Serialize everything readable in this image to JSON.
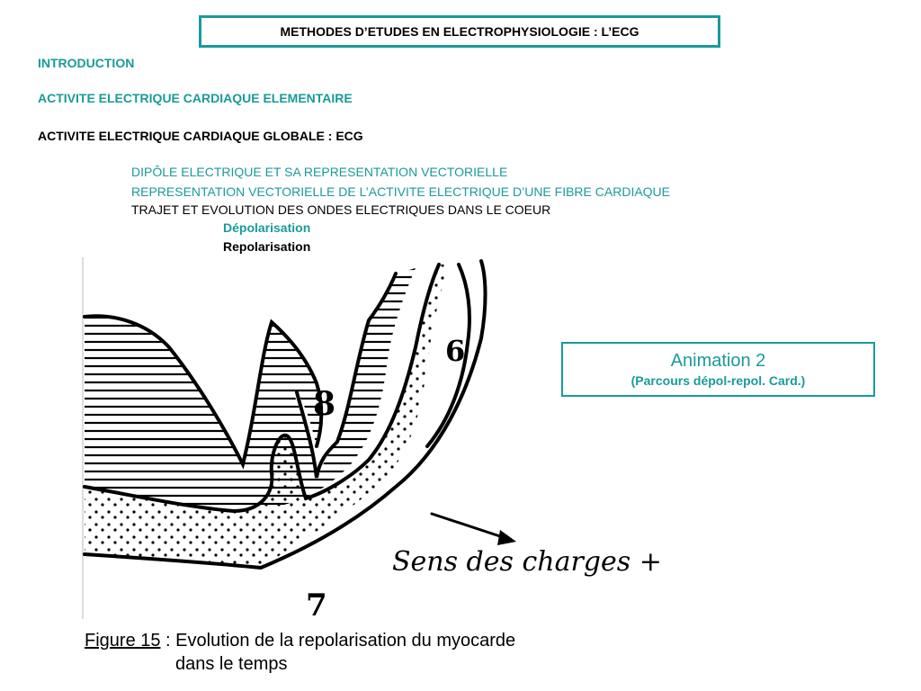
{
  "header": {
    "title": "METHODES D’ETUDES EN ELECTROPHYSIOLOGIE : L’ECG"
  },
  "outline": {
    "intro": "INTRODUCTION",
    "elementaire": "ACTIVITE ELECTRIQUE CARDIAQUE ELEMENTAIRE",
    "globale": "ACTIVITE ELECTRIQUE CARDIAQUE GLOBALE : ECG",
    "sub1": "DIPÔLE ELECTRIQUE ET SA REPRESENTATION VECTORIELLE",
    "sub2": "REPRESENTATION VECTORIELLE DE L’ACTIVITE ELECTRIQUE D’UNE FIBRE CARDIAQUE",
    "sub3": "TRAJET ET EVOLUTION DES ONDES ELECTRIQUES DANS LE COEUR",
    "subsub1": "Dépolarisation",
    "subsub2": "Repolarisation"
  },
  "animation": {
    "title": "Animation 2",
    "subtitle": "(Parcours dépol-repol. Card.)"
  },
  "figure": {
    "label_8": "8",
    "label_6": "6",
    "label_7": "7",
    "arrow_text": "Sens des charges +"
  },
  "caption": {
    "figure_ref": "Figure 15",
    "text_line1": " : Evolution de la repolarisation du myocarde",
    "text_line2": "dans le temps"
  },
  "colors": {
    "accent": "#1a9a9a",
    "text": "#000000"
  }
}
